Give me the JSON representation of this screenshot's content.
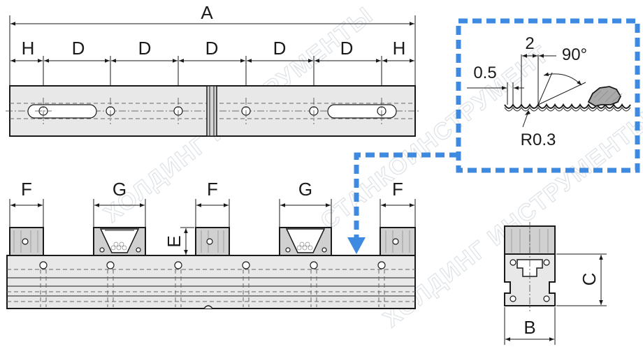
{
  "labels": {
    "A": "A",
    "B": "B",
    "C": "C",
    "D": "D",
    "E": "E",
    "F": "F",
    "G": "G",
    "H": "H"
  },
  "detail": {
    "pitch": "2",
    "gap": "0.5",
    "angle": "90°",
    "radius": "R0.3"
  },
  "watermark": {
    "text_1": "ХОЛДИНГ ИНСТРУМЕНТЫ",
    "text_2": "ХОЛДИНГ ИНСТРУМЕНТЫ",
    "text_3": "СТАНКОИНСТРУМЕНТ"
  },
  "colors": {
    "detail_frame": "#3d8ae0",
    "part_fill": "#e8e8e8",
    "line": "#1a1a1a"
  }
}
